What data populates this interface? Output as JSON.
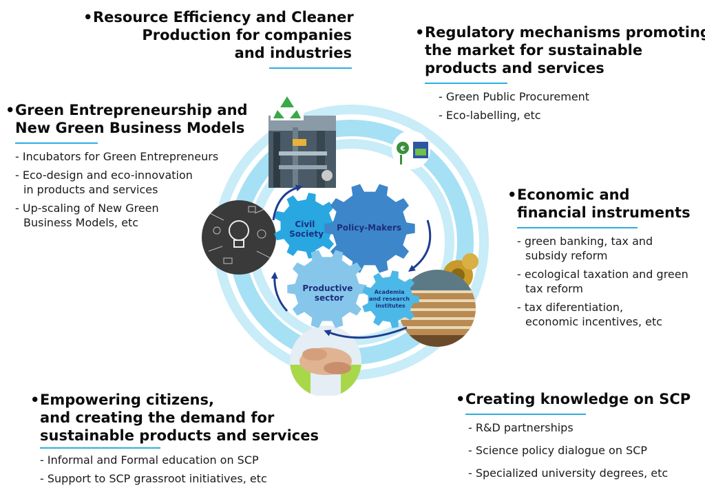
{
  "sections": {
    "resource_efficiency": {
      "heading": [
        "Resource Efficiency and Cleaner",
        "Production for companies",
        "and industries"
      ],
      "items": []
    },
    "regulatory": {
      "heading": [
        "Regulatory mechanisms promoting",
        "the market  for sustainable",
        "products and services"
      ],
      "items": [
        [
          "- Green Public Procurement"
        ],
        [
          "- Eco-labelling, etc"
        ]
      ]
    },
    "green_entrepreneurship": {
      "heading": [
        "Green Entrepreneurship and",
        "New Green Business Models"
      ],
      "items": [
        [
          "- Incubators for Green Entrepreneurs"
        ],
        [
          "- Eco-design and eco-innovation",
          "in products and services"
        ],
        [
          "- Up-scaling of New Green",
          "Business Models, etc"
        ]
      ]
    },
    "economic": {
      "heading": [
        "Economic and",
        "financial instruments"
      ],
      "items": [
        [
          "- green banking, tax and",
          "subsidy reform"
        ],
        [
          "- ecological taxation and green",
          "tax reform"
        ],
        [
          "- tax diferentiation,",
          "economic incentives, etc"
        ]
      ]
    },
    "empowering": {
      "heading": [
        "Empowering citizens,",
        "and creating the demand for",
        "sustainable products and services"
      ],
      "items": [
        [
          "- Informal and Formal education on SCP"
        ],
        [
          "- Support  to SCP grassroot initiatives, etc"
        ]
      ]
    },
    "knowledge": {
      "heading": [
        "Creating knowledge on SCP"
      ],
      "items": [
        [
          "- R&D partnerships"
        ],
        [
          "- Science policy dialogue on SCP"
        ],
        [
          "- Specialized university degrees, etc"
        ]
      ]
    }
  },
  "gears": {
    "civil_society": [
      "Civil",
      "Society"
    ],
    "policy_makers": [
      "Policy-Makers"
    ],
    "productive_sector": [
      "Productive",
      "sector"
    ],
    "academia": [
      "Academia",
      "and research",
      "institutes"
    ]
  },
  "colors": {
    "accent_rule": "#2aaee0",
    "ring_light": "#c8ecf8",
    "ring_mid": "#a6e0f4",
    "gear_civil": "#29a7e1",
    "gear_policy": "#3d86c9",
    "gear_productive": "#86c6ea",
    "gear_academia": "#4cb8e8",
    "arrow": "#1e3d8f",
    "gear_text": "#1d2f7e"
  },
  "icons": [
    "recycle-icon",
    "eco-label-icon",
    "lightbulb-icon",
    "gears-photo-icon",
    "hands-photo-icon",
    "factory-photo-icon",
    "conference-photo-icon"
  ]
}
